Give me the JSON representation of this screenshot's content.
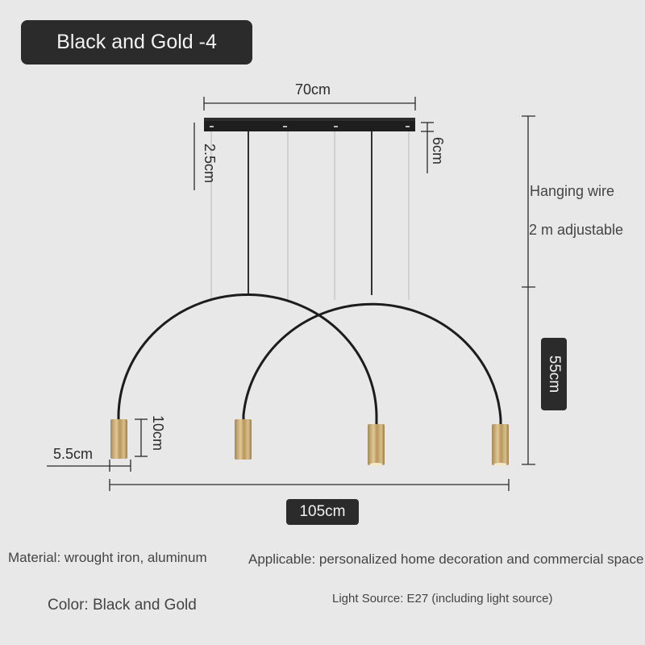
{
  "title": "Black and Gold -4",
  "dimensions": {
    "bar_width": "70cm",
    "bar_gap": "2.5cm",
    "bar_height": "6cm",
    "shade_height": "10cm",
    "shade_diameter": "5.5cm",
    "total_width": "105cm",
    "arc_height": "55cm"
  },
  "wire_note": {
    "line1": "Hanging wire",
    "line2": "2 m adjustable"
  },
  "specs": {
    "material": "Material: wrought iron, aluminum",
    "applicable": "Applicable: personalized home decoration and commercial space",
    "color": "Color: Black and Gold",
    "light_source": "Light Source: E27 (including light source)"
  },
  "colors": {
    "background": "#e8e8e8",
    "badge": "#2b2b2b",
    "iron": "#1c1c1c",
    "gold": "#c9a96a"
  }
}
